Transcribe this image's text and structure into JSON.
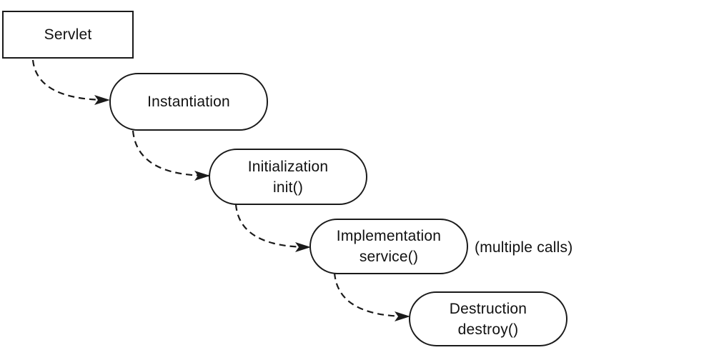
{
  "diagram": {
    "servlet": {
      "label": "Servlet"
    },
    "instantiation": {
      "label": "Instantiation"
    },
    "initialization": {
      "title": "Initialization",
      "method": "init()"
    },
    "implementation": {
      "title": "Implementation",
      "method": "service()",
      "note": "(multiple calls)"
    },
    "destruction": {
      "title": "Destruction",
      "method": "destroy()"
    }
  },
  "colors": {
    "stroke": "#1a1a1a",
    "background": "#ffffff",
    "text": "#111111"
  }
}
